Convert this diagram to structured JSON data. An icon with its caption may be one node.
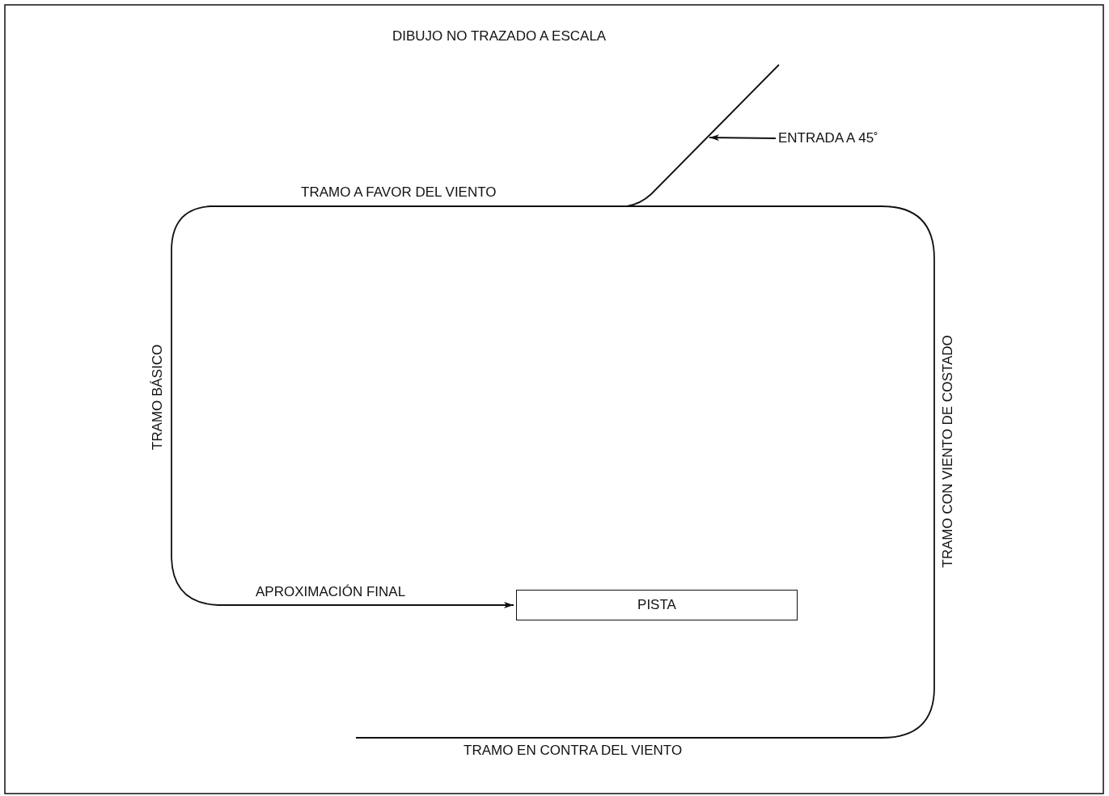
{
  "diagram": {
    "nodes": [
      {
        "text": [
          "PISTA"
        ]
      },
      {
        "text": [
          "ENTRADA A 45˚"
        ]
      }
    ],
    "edges": [
      {
        "from": null,
        "to": 0,
        "arrow": "to"
      },
      {
        "from": 1,
        "to": null,
        "arrow": "to"
      }
    ],
    "labels": [
      "DIBUJO NO TRAZADO A ESCALA",
      "TRAMO A FAVOR DEL VIENTO",
      "TRAMO BÁSICO",
      "TRAMO CON VIENTO DE COSTADO",
      "APROXIMACIÓN FINAL",
      "TRAMO EN CONTRA DEL VIENTO"
    ]
  }
}
